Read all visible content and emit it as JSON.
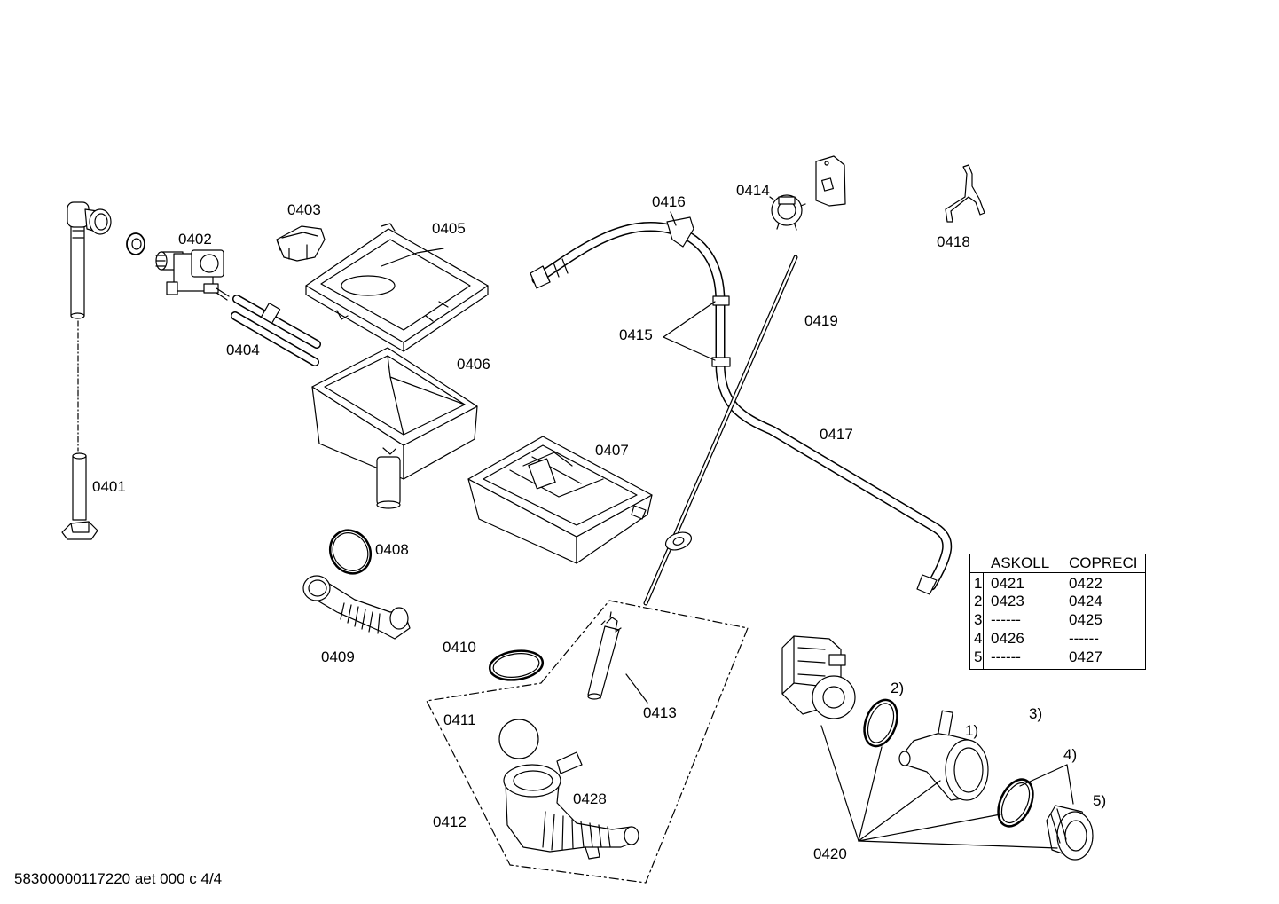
{
  "labels": {
    "p0401": "0401",
    "p0402": "0402",
    "p0403": "0403",
    "p0404": "0404",
    "p0405": "0405",
    "p0406": "0406",
    "p0407": "0407",
    "p0408": "0408",
    "p0409": "0409",
    "p0410": "0410",
    "p0411": "0411",
    "p0412": "0412",
    "p0413": "0413",
    "p0414": "0414",
    "p0415": "0415",
    "p0416": "0416",
    "p0417": "0417",
    "p0418": "0418",
    "p0419": "0419",
    "p0420": "0420",
    "p0428": "0428"
  },
  "callouts": {
    "c1": "1)",
    "c2": "2)",
    "c3": "3)",
    "c4": "4)",
    "c5": "5)"
  },
  "table": {
    "headers": [
      "ASKOLL",
      "COPRECI"
    ],
    "rows": [
      {
        "n": "1",
        "askoll": "0421",
        "copreci": "0422"
      },
      {
        "n": "2",
        "askoll": "0423",
        "copreci": "0424"
      },
      {
        "n": "3",
        "askoll": "------",
        "copreci": "0425"
      },
      {
        "n": "4",
        "askoll": "0426",
        "copreci": "------"
      },
      {
        "n": "5",
        "askoll": "------",
        "copreci": "0427"
      }
    ]
  },
  "footer": "58300000117220 aet 000 c 4/4"
}
